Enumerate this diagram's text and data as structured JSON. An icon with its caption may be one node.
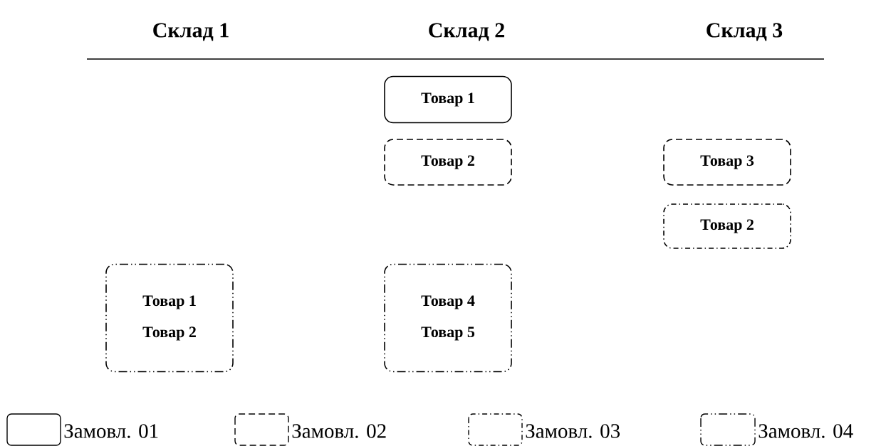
{
  "diagram": {
    "nodes": [
      {
        "text": [
          "Товар 1"
        ]
      },
      {
        "text": [
          "Товар 2"
        ]
      },
      {
        "text": [
          "Товар 3"
        ]
      },
      {
        "text": [
          "Товар 2"
        ]
      },
      {
        "text": [
          "Товар 1",
          "Товар 2"
        ]
      },
      {
        "text": [
          "Товар 4",
          "Товар 5"
        ]
      }
    ],
    "edges": [],
    "labels": [
      "Склад 1",
      "Склад 2",
      "Склад 3"
    ],
    "legend": [
      {
        "text": "Замовл. 01"
      },
      {
        "text": "Замовл. 02"
      },
      {
        "text": "Замовл. 03"
      },
      {
        "text": "Замовл. 04"
      }
    ]
  }
}
